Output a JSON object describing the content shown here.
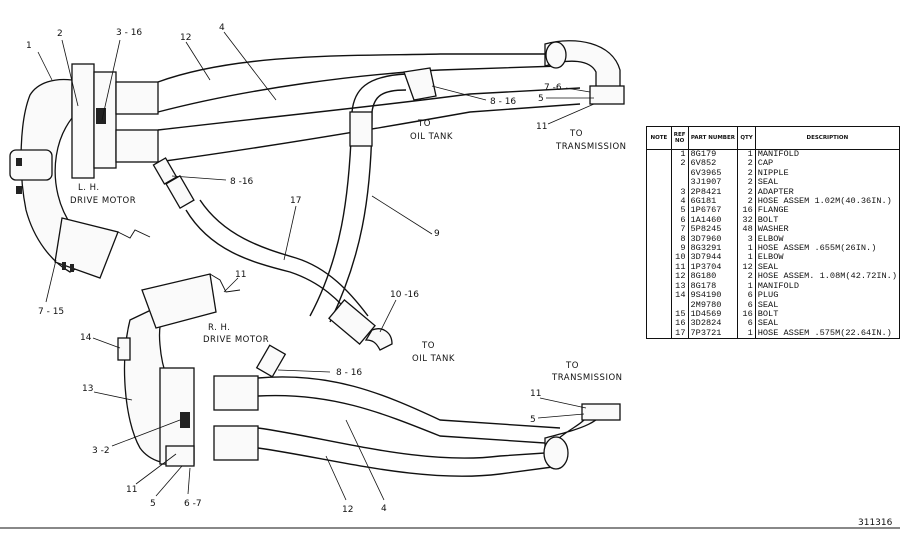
{
  "diagram": {
    "callouts": [
      {
        "id": "c1",
        "text": "1"
      },
      {
        "id": "c2",
        "text": "2"
      },
      {
        "id": "c3",
        "text": "3 - 16"
      },
      {
        "id": "c4",
        "text": "12"
      },
      {
        "id": "c5",
        "text": "4"
      },
      {
        "id": "c6",
        "text": "7 -6"
      },
      {
        "id": "c7",
        "text": "5"
      },
      {
        "id": "c8",
        "text": "11"
      },
      {
        "id": "c9",
        "text": "8 - 16"
      },
      {
        "id": "c10",
        "text": "8 -16"
      },
      {
        "id": "c11",
        "text": "9"
      },
      {
        "id": "c12",
        "text": "17"
      },
      {
        "id": "c13",
        "text": "7 - 15"
      },
      {
        "id": "c14",
        "text": "11"
      },
      {
        "id": "c15",
        "text": "10 -16"
      },
      {
        "id": "c16",
        "text": "14"
      },
      {
        "id": "c17",
        "text": "13"
      },
      {
        "id": "c18",
        "text": "8 - 16"
      },
      {
        "id": "c19",
        "text": "11"
      },
      {
        "id": "c20",
        "text": "5"
      },
      {
        "id": "c21",
        "text": "3 -2"
      },
      {
        "id": "c22",
        "text": "11"
      },
      {
        "id": "c23",
        "text": "5"
      },
      {
        "id": "c24",
        "text": "6 -7"
      },
      {
        "id": "c25",
        "text": "12"
      },
      {
        "id": "c26",
        "text": "4"
      }
    ],
    "captions": {
      "lh_motor_1": "L. H.",
      "lh_motor_2": "DRIVE MOTOR",
      "rh_motor_1": "R. H.",
      "rh_motor_2": "DRIVE MOTOR",
      "oil_tank_top_1": "TO",
      "oil_tank_top_2": "OIL TANK",
      "trans_top_1": "TO",
      "trans_top_2": "TRANSMISSION",
      "oil_tank_mid_1": "TO",
      "oil_tank_mid_2": "OIL TANK",
      "trans_bottom_1": "TO",
      "trans_bottom_2": "TRANSMISSION"
    },
    "figure_id": "311316"
  },
  "parts_table": {
    "headers": [
      "NOTE",
      "REF NO",
      "PART NUMBER",
      "QTY",
      "DESCRIPTION"
    ],
    "rows": [
      {
        "note": "",
        "ref": "1",
        "pn": "8G179",
        "qty": "1",
        "desc": "MANIFOLD"
      },
      {
        "note": "",
        "ref": "2",
        "pn": "6V852",
        "qty": "2",
        "desc": "CAP"
      },
      {
        "note": "",
        "ref": "",
        "pn": "6V3965",
        "qty": "2",
        "desc": "NIPPLE"
      },
      {
        "note": "",
        "ref": "",
        "pn": "3J1907",
        "qty": "2",
        "desc": "SEAL"
      },
      {
        "note": "",
        "ref": "3",
        "pn": "2P8421",
        "qty": "2",
        "desc": "ADAPTER"
      },
      {
        "note": "",
        "ref": "4",
        "pn": "6G181",
        "qty": "2",
        "desc": "HOSE ASSEM  1.02M(40.36IN.)"
      },
      {
        "note": "",
        "ref": "5",
        "pn": "1P6767",
        "qty": "16",
        "desc": "FLANGE"
      },
      {
        "note": "",
        "ref": "6",
        "pn": "1A1460",
        "qty": "32",
        "desc": "BOLT"
      },
      {
        "note": "",
        "ref": "7",
        "pn": "5P8245",
        "qty": "48",
        "desc": "WASHER"
      },
      {
        "note": "",
        "ref": "8",
        "pn": "3D7960",
        "qty": "3",
        "desc": "ELBOW"
      },
      {
        "note": "",
        "ref": "9",
        "pn": "8G3291",
        "qty": "1",
        "desc": "HOSE ASSEM  .655M(26IN.)"
      },
      {
        "note": "",
        "ref": "10",
        "pn": "3D7944",
        "qty": "1",
        "desc": "ELBOW"
      },
      {
        "note": "",
        "ref": "11",
        "pn": "1P3704",
        "qty": "12",
        "desc": "SEAL"
      },
      {
        "note": "",
        "ref": "12",
        "pn": "8G180",
        "qty": "2",
        "desc": "HOSE ASSEM. 1.08M(42.72IN.)"
      },
      {
        "note": "",
        "ref": "13",
        "pn": "8G178",
        "qty": "1",
        "desc": "MANIFOLD"
      },
      {
        "note": "",
        "ref": "14",
        "pn": "9S4190",
        "qty": "6",
        "desc": "PLUG"
      },
      {
        "note": "",
        "ref": "",
        "pn": "2M9780",
        "qty": "6",
        "desc": "SEAL"
      },
      {
        "note": "",
        "ref": "15",
        "pn": "1D4569",
        "qty": "16",
        "desc": "BOLT"
      },
      {
        "note": "",
        "ref": "16",
        "pn": "3D2824",
        "qty": "6",
        "desc": "SEAL"
      },
      {
        "note": "",
        "ref": "17",
        "pn": "7P3721",
        "qty": "1",
        "desc": "HOSE ASSEM  .575M(22.64IN.)"
      }
    ]
  }
}
